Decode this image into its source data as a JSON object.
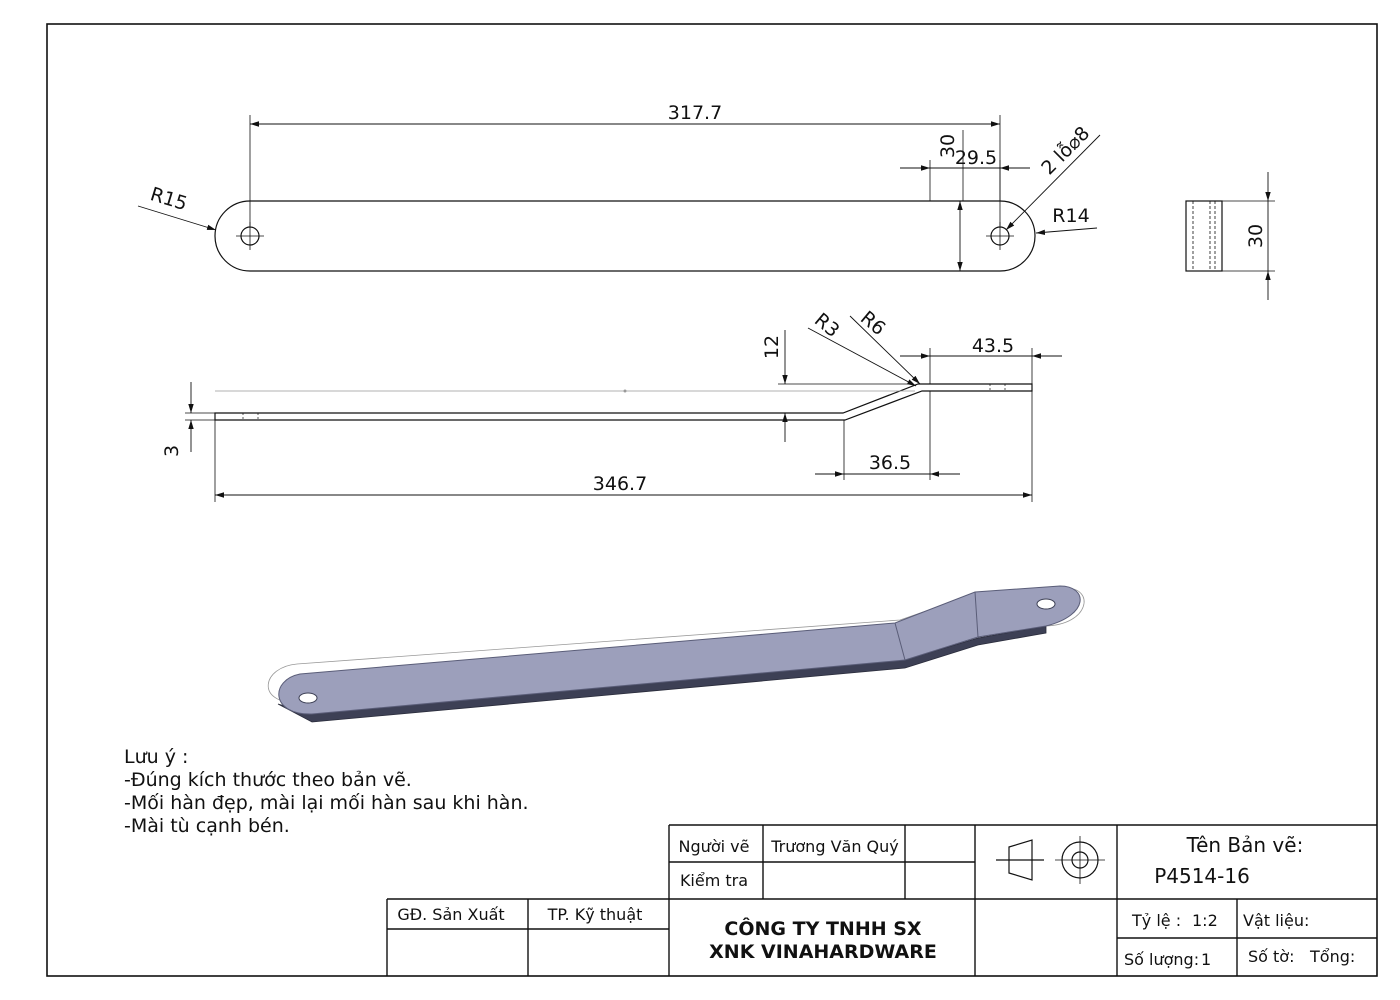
{
  "dimensions": {
    "top_length": "317.7",
    "top_height": "30",
    "hole_offset": "29.5",
    "holes": "2 lỗ⌀8",
    "radius_left": "R15",
    "radius_right": "R14",
    "side_width": "30",
    "radius_small": "R3",
    "radius_large": "R6",
    "offset_height": "12",
    "end_length": "43.5",
    "thickness": "3",
    "bend_length": "36.5",
    "total_length": "346.7"
  },
  "notes": {
    "title": "Lưu ý :",
    "items": [
      "-Đúng kích thước theo bản vẽ.",
      "-Mối hàn đẹp, mài lại mối hàn sau khi hàn.",
      "-Mài tù cạnh bén."
    ]
  },
  "title_block": {
    "drawn_by_label": "Người vẽ",
    "drawn_by_name": "Trương Văn Quý",
    "checked_label": "Kiểm tra",
    "production_director": "GĐ. Sản Xuất",
    "technical_head": "TP. Kỹ thuật",
    "company_line1": "CÔNG TY TNHH SX",
    "company_line2": "XNK VINAHARDWARE",
    "drawing_name_label": "Tên Bản vẽ:",
    "drawing_name": "P4514-16",
    "scale_label": "Tỷ lệ :",
    "scale_value": "1:2",
    "material_label": "Vật liệu:",
    "quantity_label": "Số lượng:",
    "quantity_value": "1",
    "sheet_label": "Số tờ:",
    "total_label": "Tổng:"
  },
  "colors": {
    "line": "#111111",
    "part_fill": "#9c9fbb",
    "part_edge": "#5a5d78"
  }
}
